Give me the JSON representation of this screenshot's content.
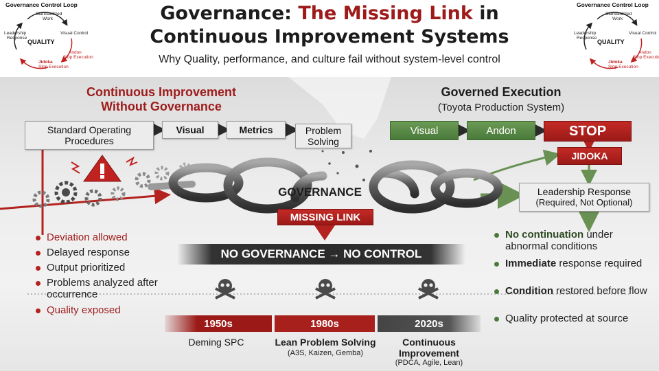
{
  "header": {
    "title_part1": "Governance: ",
    "title_highlight": "The Missing Link",
    "title_part2": " in",
    "title_line2": "Continuous Improvement Systems",
    "subtitle": "Why Quality, performance, and culture fail without system-level control"
  },
  "loop_diagram": {
    "title": "Governance Control Loop",
    "standardized": "Standardized",
    "work": "Work",
    "visual_control": "Visual Control",
    "andon": "Andon",
    "stop_execution": "Stop Execution",
    "jidoka": "Jidoka",
    "stop_execution_2": "Stop Execution",
    "leadership": "Leadership",
    "response": "Response",
    "center": "QUALITY"
  },
  "left": {
    "title_line1": "Continuous Improvement",
    "title_line2": "Without Governance",
    "boxes": {
      "sop_line1": "Standard Operating",
      "sop_line2": "Procedures",
      "visual": "Visual",
      "metrics": "Metrics",
      "problem_line1": "Problem",
      "problem_line2": "Solving"
    },
    "bullets": [
      "Deviation allowed",
      "Delayed response",
      "Output prioritized",
      "Problems analyzed after occurrence",
      "Quality exposed"
    ]
  },
  "right": {
    "title": "Governed Execution",
    "subtitle": "(Toyota Production System)",
    "boxes": {
      "visual": "Visual",
      "andon": "Andon",
      "stop": "STOP",
      "jidoka": "JIDOKA",
      "leader_line1": "Leadership Response",
      "leader_line2": "(Required, Not Optional)"
    },
    "bullets": [
      {
        "strong": "No continuation",
        "rest": " under abnormal conditions"
      },
      {
        "strong": "Immediate",
        "rest": " response required"
      },
      {
        "strong": "Condition",
        "rest": " restored before flow"
      },
      {
        "strong": "",
        "rest": "Quality protected at source"
      }
    ]
  },
  "center": {
    "governance": "GOVERNANCE",
    "missing_link": "MISSING LINK",
    "banner": "NO GOVERNANCE → NO CONTROL"
  },
  "timeline": [
    {
      "year": "1950s",
      "label": "Deming SPC",
      "sub": ""
    },
    {
      "year": "1980s",
      "label": "Lean Problem Solving",
      "sub": "(A3S, Kaizen, Gemba)"
    },
    {
      "year": "2020s",
      "label": "Continuous Improvement",
      "sub": "(PDCA, Agile, Lean)"
    }
  ],
  "colors": {
    "red": "#9e1b1b",
    "green": "#4a7a3a",
    "dark": "#2a2a2a"
  }
}
